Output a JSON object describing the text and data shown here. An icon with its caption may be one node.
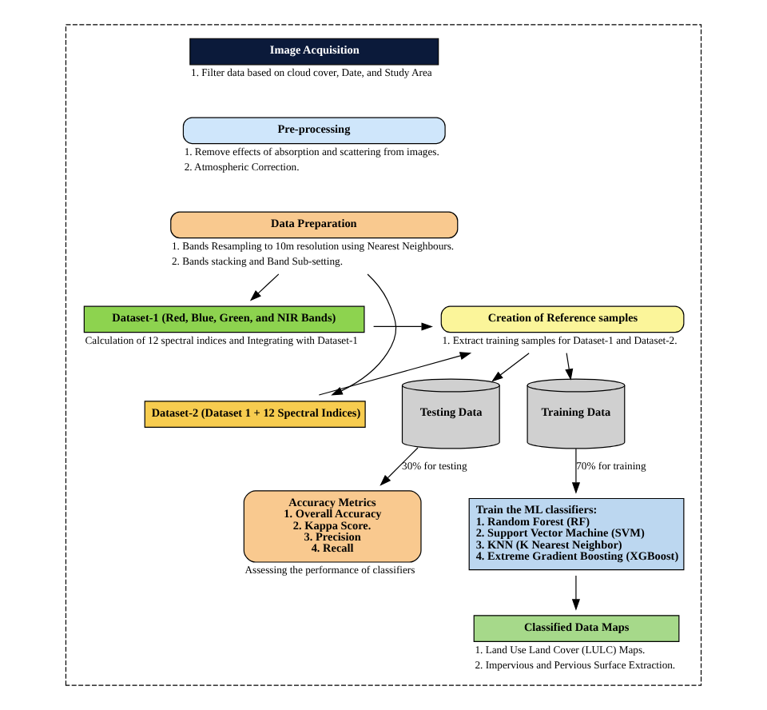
{
  "diagram": {
    "nodes": [
      {
        "text": [],
        "shape": "box"
      },
      {
        "text": [
          "Image Acquisition"
        ],
        "in": 0,
        "beside": [
          "1. Filter data based on cloud cover, Date, and Study Area"
        ]
      },
      {
        "text": [
          "Pre-processing"
        ],
        "in": 0,
        "beside": [
          "1. Remove effects of absorption and scattering from images.",
          "2. Atmospheric Correction."
        ]
      },
      {
        "text": [
          "Data Preparation"
        ],
        "in": 0,
        "beside": [
          "1. Bands Resampling to 10m resolution using Nearest Neighbours.",
          "2. Bands stacking and Band Sub-setting."
        ]
      },
      {
        "text": [
          "Dataset-1 (Red, Blue, Green, and NIR Bands)"
        ],
        "in": 0,
        "beside": [
          "Calculation of 12 spectral indices and Integrating with Dataset-1"
        ]
      },
      {
        "text": [
          "Dataset-2 (Dataset 1 + 12 Spectral Indices)"
        ],
        "in": 0
      },
      {
        "text": [
          "Creation of Reference samples"
        ],
        "in": 0,
        "beside": [
          "1. Extract training samples for Dataset-1 and Dataset-2."
        ]
      },
      {
        "text": [
          "Training Data"
        ],
        "in": 0
      },
      {
        "text": [
          "Testing Data"
        ],
        "in": 0
      },
      {
        "text": [
          "Train the ML classifiers:",
          "1. Random Forest (RF)",
          "2. Support Vector Machine (SVM)",
          "3. KNN (K Nearest Neighbor)",
          "4. Extreme Gradient Boosting (XGBoost)"
        ],
        "in": 0
      },
      {
        "text": [
          "Accuracy Metrics",
          "1. Overall Accuracy",
          "2. Kappa Score.",
          "3. Precision",
          "4. Recall"
        ],
        "in": 0,
        "beside": [
          "Assessing the performance of classifiers"
        ]
      },
      {
        "text": [
          "Classified Data Maps"
        ],
        "in": 0,
        "beside": [
          "1. Land Use Land Cover (LULC) Maps.",
          "2. Impervious and Pervious Surface Extraction."
        ]
      }
    ],
    "edges": [
      {
        "from": 3,
        "to": 4,
        "arrow": "to"
      },
      {
        "from": 3,
        "to": 5,
        "arrow": "to"
      },
      {
        "from": 4,
        "to": 6,
        "arrow": "to"
      },
      {
        "from": 5,
        "to": 6,
        "arrow": "to"
      },
      {
        "from": 6,
        "to": 7,
        "arrow": "to"
      },
      {
        "from": 6,
        "to": 8,
        "arrow": "to"
      },
      {
        "from": 7,
        "to": 9,
        "arrow": "to",
        "label": "70% for training"
      },
      {
        "from": 8,
        "to": 10,
        "arrow": "to",
        "label": "30% for testing"
      },
      {
        "from": 9,
        "to": 11,
        "arrow": "to"
      }
    ]
  }
}
